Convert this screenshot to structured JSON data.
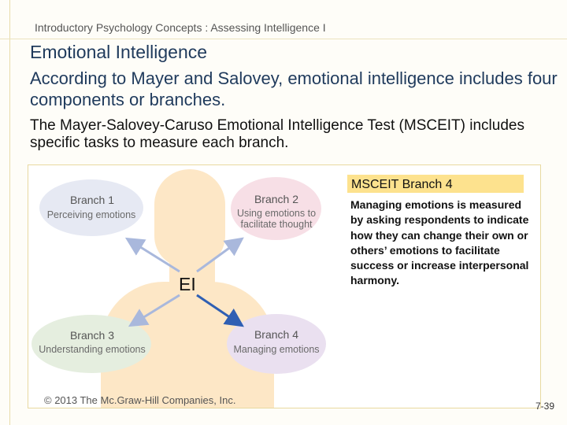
{
  "course": "Introductory Psychology Concepts : Assessing Intelligence I",
  "title": "Emotional Intelligence",
  "subtitle": "According to Mayer and Salovey, emotional intelligence includes four components or branches.",
  "test_text": "The Mayer-Salovey-Caruso Emotional Intelligence Test (MSCEIT) includes specific tasks to measure each branch.",
  "figure": {
    "center_label": "EI",
    "branches": [
      {
        "title": "Branch 1",
        "desc": "Perceiving emotions"
      },
      {
        "title": "Branch 2",
        "desc": "Using emotions to facilitate thought"
      },
      {
        "title": "Branch 3",
        "desc": "Understanding emotions"
      },
      {
        "title": "Branch 4",
        "desc": "Managing emotions"
      }
    ],
    "copyright": "© 2013 The Mc.Graw-Hill Companies, Inc."
  },
  "sidebar": {
    "title": "MSCEIT Branch 4",
    "highlight": "Managing emotions",
    "body": " is measured by asking respondents to indicate how they can change their own or others’ emotions to facilitate success or increase interpersonal harmony."
  },
  "page_number": "7-39",
  "colors": {
    "title": "#1f3a5c",
    "arrow": "#a9b8dc",
    "arrow_active": "#2f5fb3",
    "sidebar_header": "#fde28e"
  }
}
